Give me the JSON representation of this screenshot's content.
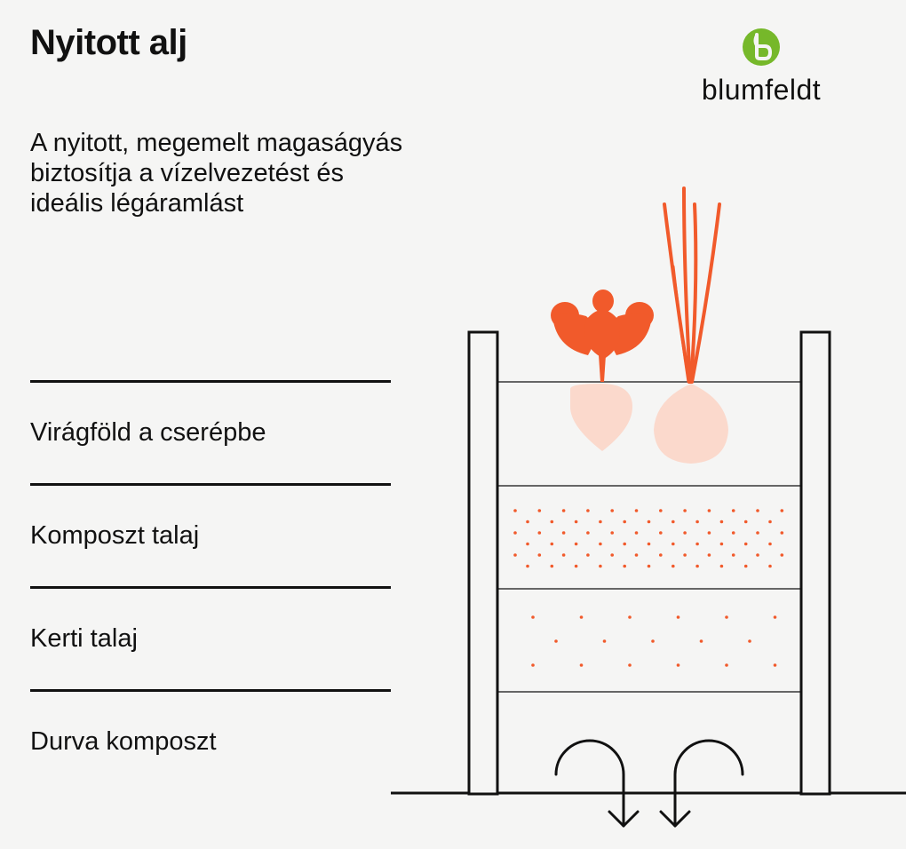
{
  "header": {
    "title": "Nyitott alj",
    "subtitle": "A nyitott, megemelt magaságyás biztosítja a vízelvezetést és ideális légáramlást"
  },
  "brand": {
    "logo_text": "blumfeldt",
    "logo_icon": "b-leaf-icon",
    "green": "#76b82a"
  },
  "layers": [
    {
      "label": "Virágföld a cserépbe"
    },
    {
      "label": "Komposzt talaj"
    },
    {
      "label": "Kerti talaj"
    },
    {
      "label": "Durva komposzt"
    }
  ],
  "colors": {
    "accent": "#f15a2b",
    "accent_light": "#fbd9cc",
    "line": "#111111",
    "background": "#f5f5f4"
  },
  "icons": [
    "radish-icon",
    "onion-icon",
    "airflow-arrow-icon"
  ]
}
